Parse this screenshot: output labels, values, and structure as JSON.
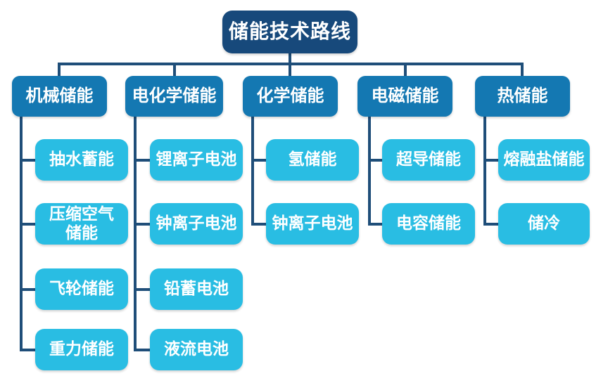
{
  "title": "储能技术路线",
  "colors": {
    "root_bg": "#17497B",
    "branch_bg": "#1478B2",
    "leaf_bg": "#29BDE3",
    "connector": "#1F4E79",
    "text": "#FFFFFF"
  },
  "tree": {
    "label": "储能技术路线",
    "children": [
      {
        "label": "机械储能",
        "children": [
          {
            "label": "抽水蓄能"
          },
          {
            "label": "压缩空气储能"
          },
          {
            "label": "飞轮储能"
          },
          {
            "label": "重力储能"
          }
        ]
      },
      {
        "label": "电化学储能",
        "children": [
          {
            "label": "锂离子电池"
          },
          {
            "label": "钟离子电池"
          },
          {
            "label": "铅蓄电池"
          },
          {
            "label": "液流电池"
          }
        ]
      },
      {
        "label": "化学储能",
        "children": [
          {
            "label": "氢储能"
          },
          {
            "label": "钟离子电池"
          }
        ]
      },
      {
        "label": "电磁储能",
        "children": [
          {
            "label": "超导储能"
          },
          {
            "label": "电容储能"
          }
        ]
      },
      {
        "label": "热储能",
        "children": [
          {
            "label": "熔融盐储能"
          },
          {
            "label": "储冷"
          }
        ]
      }
    ]
  }
}
